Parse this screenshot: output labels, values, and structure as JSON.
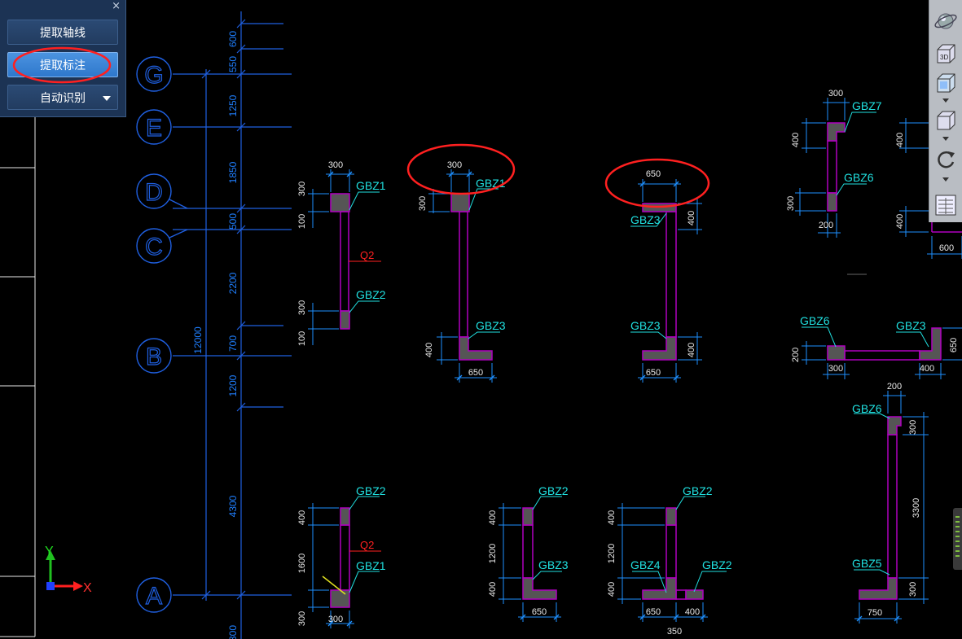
{
  "panel": {
    "close_label": "×",
    "buttons": [
      {
        "label": "提取轴线"
      },
      {
        "label": "提取标注"
      },
      {
        "label": "自动识别"
      }
    ]
  },
  "axes": {
    "labels": [
      "G",
      "E",
      "D",
      "C",
      "B",
      "A"
    ],
    "dims": [
      "600",
      "550",
      "1250",
      "1850",
      "500",
      "2200",
      "700",
      "1200",
      "4300",
      "12000",
      "300"
    ]
  },
  "ucs": {
    "y_label": "Y",
    "x_label": "X"
  },
  "drawing": {
    "labels": [
      "GBZ1",
      "GBZ2",
      "GBZ3",
      "GBZ4",
      "GBZ5",
      "GBZ6",
      "GBZ7",
      "Q2"
    ],
    "dims": [
      "300",
      "100",
      "400",
      "650",
      "1200",
      "1600",
      "200",
      "600",
      "3300",
      "750",
      "350"
    ]
  },
  "colors": {
    "background": "#000000",
    "grid_line": "#1f5fe0",
    "dim_line": "#1e90ff",
    "label_cyan": "#20e0e0",
    "wall_outline": "#b000c0",
    "column_fill": "#555555",
    "highlight_red": "#ff2020",
    "panel_bg": "#1c3354",
    "active_button": "#3f86d8"
  },
  "toolbar": {
    "icons": [
      "orbit-icon",
      "3d-view-icon",
      "display-cube-icon",
      "view-cube-icon",
      "rotate-icon",
      "layer-panel-icon"
    ],
    "label_3d": "3D"
  }
}
